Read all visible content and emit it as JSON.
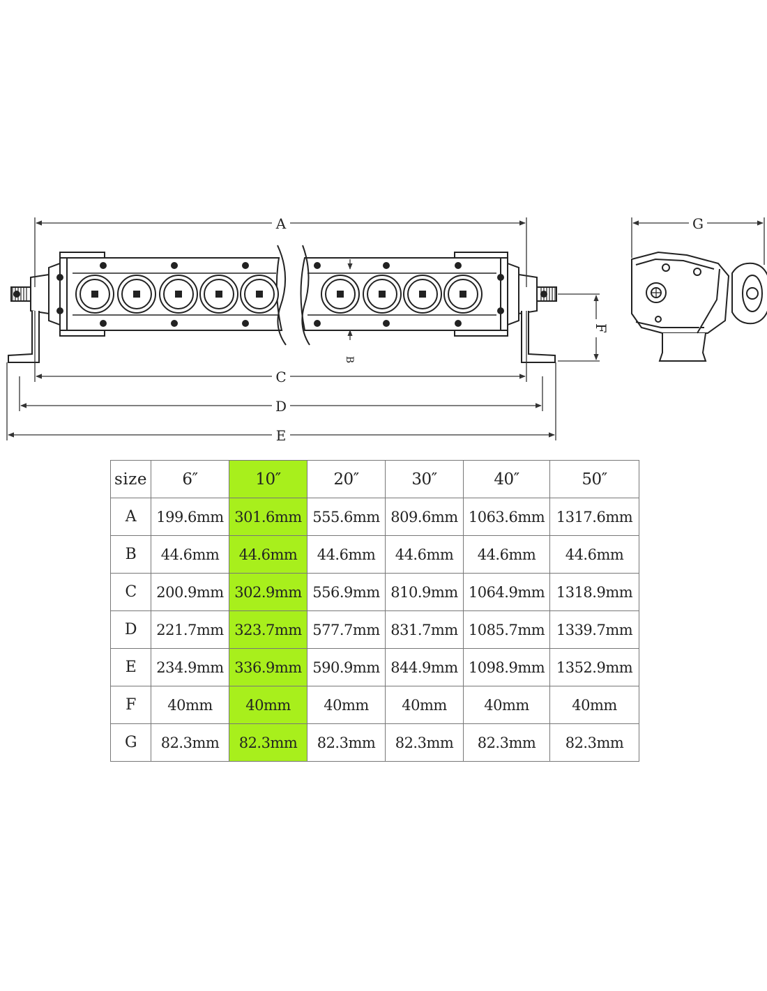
{
  "diagram": {
    "dimension_labels": {
      "A": "A",
      "B": "B",
      "C": "C",
      "D": "D",
      "E": "E",
      "F": "F",
      "G": "G"
    }
  },
  "table": {
    "corner_label": "size",
    "columns": [
      "6″",
      "10″",
      "20″",
      "30″",
      "40″",
      "50″"
    ],
    "highlight_column": 1,
    "highlight_color": "#a8ef1c",
    "rows": [
      {
        "label": "A",
        "values": [
          "199.6mm",
          "301.6mm",
          "555.6mm",
          "809.6mm",
          "1063.6mm",
          "1317.6mm"
        ]
      },
      {
        "label": "B",
        "values": [
          "44.6mm",
          "44.6mm",
          "44.6mm",
          "44.6mm",
          "44.6mm",
          "44.6mm"
        ]
      },
      {
        "label": "C",
        "values": [
          "200.9mm",
          "302.9mm",
          "556.9mm",
          "810.9mm",
          "1064.9mm",
          "1318.9mm"
        ]
      },
      {
        "label": "D",
        "values": [
          "221.7mm",
          "323.7mm",
          "577.7mm",
          "831.7mm",
          "1085.7mm",
          "1339.7mm"
        ]
      },
      {
        "label": "E",
        "values": [
          "234.9mm",
          "336.9mm",
          "590.9mm",
          "844.9mm",
          "1098.9mm",
          "1352.9mm"
        ]
      },
      {
        "label": "F",
        "values": [
          "40mm",
          "40mm",
          "40mm",
          "40mm",
          "40mm",
          "40mm"
        ]
      },
      {
        "label": "G",
        "values": [
          "82.3mm",
          "82.3mm",
          "82.3mm",
          "82.3mm",
          "82.3mm",
          "82.3mm"
        ]
      }
    ]
  }
}
